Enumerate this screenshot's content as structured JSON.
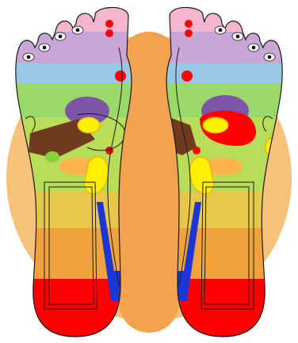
{
  "figure": {
    "kind": "foot-reflexology-map",
    "feet": [
      "left",
      "right"
    ],
    "text_labels": []
  },
  "palette": {
    "background_circle": "#f7c27a",
    "central_band": "#f3a24f",
    "toe_tip": "#f4b6cf",
    "toe_base": "#c9a6d8",
    "ball_band": "#9bc7e6",
    "upper_arch": "#9ad86b",
    "mid_arch": "#b8dd59",
    "lower_arch": "#e7c84a",
    "ankle_band": "#f0a23f",
    "heel": "#ff0000",
    "eye_white": "#ffffff",
    "point_red": "#ff0000",
    "organ_purple": "#7d55a8",
    "organ_brown": "#6e3b1d",
    "organ_yellow": "#ffef00",
    "organ_green": "#86d23a",
    "organ_orange": "#ffb34a",
    "channel_blue": "#1c36d6",
    "outline": "#1a1a1a"
  }
}
